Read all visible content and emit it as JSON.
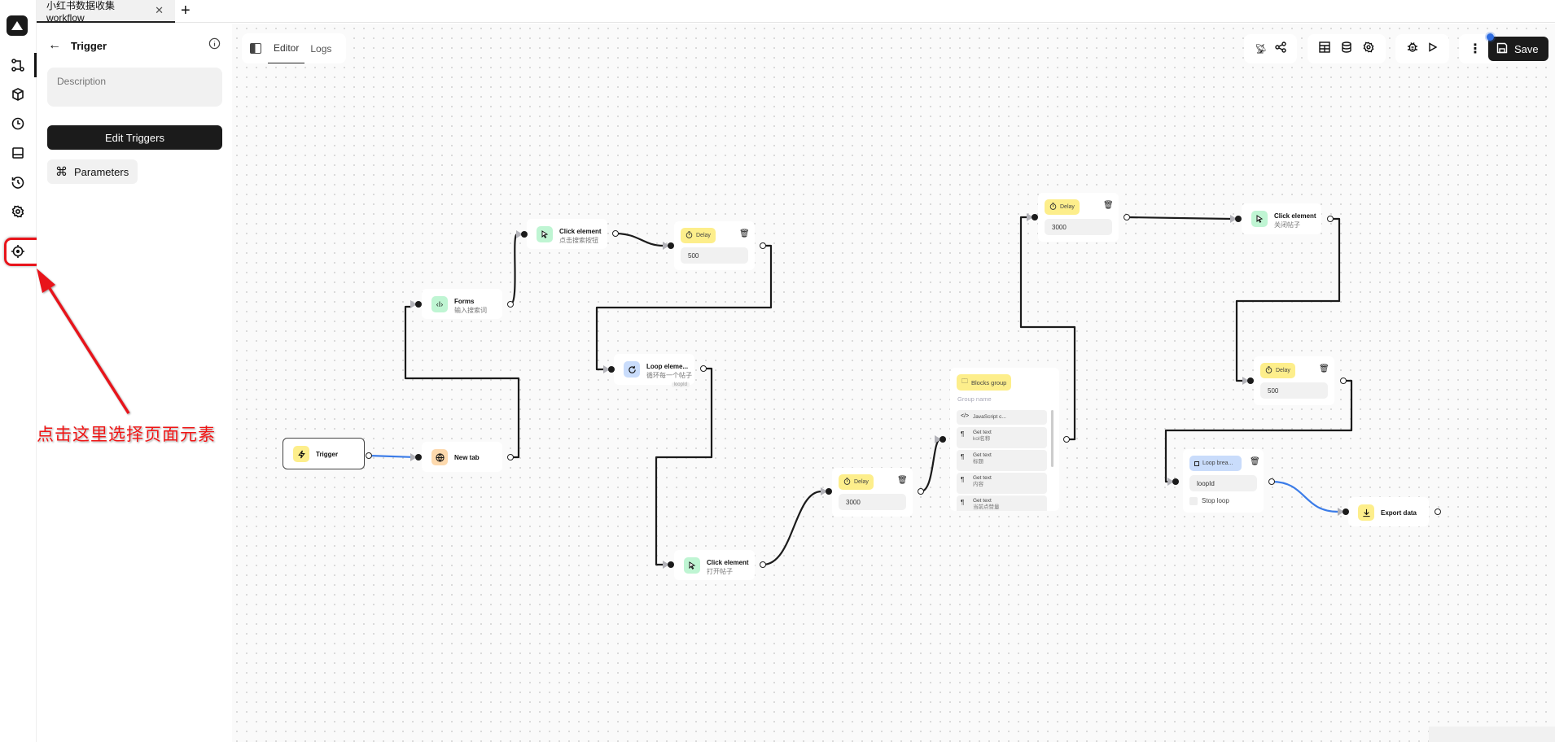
{
  "tabbar": {
    "tab_title": "小红书数据收集 workflow",
    "close": "✕",
    "new_tab": "+"
  },
  "panel": {
    "title": "Trigger",
    "description_placeholder": "Description",
    "edit_triggers": "Edit Triggers",
    "parameters": "Parameters"
  },
  "editor": {
    "tabs": [
      "Editor",
      "Logs"
    ],
    "save": "Save"
  },
  "nodes": {
    "trigger": {
      "title": "Trigger"
    },
    "new_tab": {
      "title": "New tab"
    },
    "forms": {
      "title": "Forms",
      "subtitle": "输入搜索词"
    },
    "click_search": {
      "title": "Click element",
      "subtitle": "点击搜索按钮"
    },
    "delay_1": {
      "label": "Delay",
      "value": "500"
    },
    "loop": {
      "title": "Loop eleme...",
      "subtitle": "循环每一个帖子",
      "tag": "loopId"
    },
    "click_open": {
      "title": "Click element",
      "subtitle": "打开帖子"
    },
    "delay_2": {
      "label": "Delay",
      "value": "3000"
    },
    "group": {
      "label": "Blocks group",
      "name_placeholder": "Group name",
      "items": [
        {
          "title": "JavaScript c...",
          "sub": ""
        },
        {
          "title": "Get text",
          "sub": "kol名称"
        },
        {
          "title": "Get text",
          "sub": "标题"
        },
        {
          "title": "Get text",
          "sub": "内容"
        },
        {
          "title": "Get text",
          "sub": "当前点赞量"
        }
      ]
    },
    "delay_3": {
      "label": "Delay",
      "value": "3000"
    },
    "click_close": {
      "title": "Click element",
      "subtitle": "关闭帖子"
    },
    "delay_4": {
      "label": "Delay",
      "value": "500"
    },
    "loop_break": {
      "label": "Loop brea...",
      "value": "loopId",
      "checkbox": "Stop loop"
    },
    "export": {
      "title": "Export data"
    }
  },
  "annotation": {
    "text": "点击这里选择页面元素"
  },
  "colors": {
    "accent": "#2f6de1",
    "annotation": "#ef1414",
    "delay_badge": "#fdee8b",
    "click_icon": "#bff5d3",
    "loop_icon": "#c9dcfb",
    "newtab_icon": "#fdd9ad"
  }
}
